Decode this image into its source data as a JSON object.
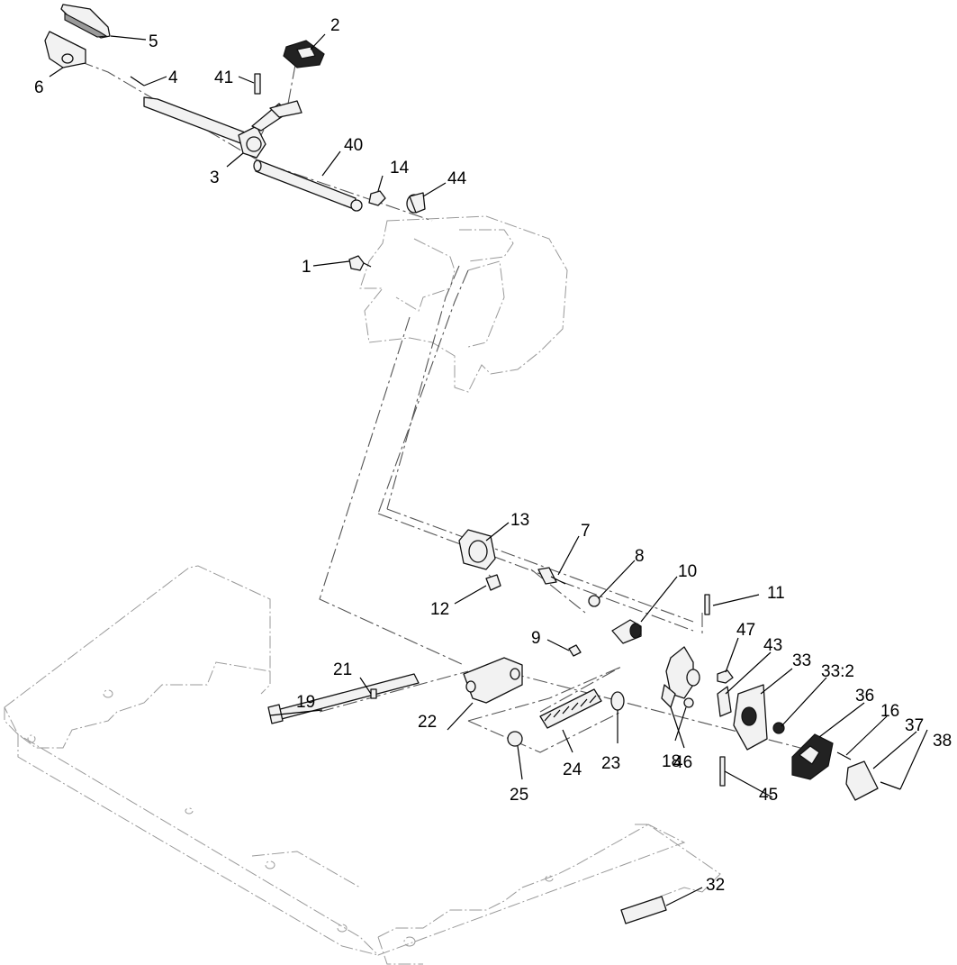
{
  "callouts": {
    "c1": "1",
    "c2": "2",
    "c3": "3",
    "c4": "4",
    "c5": "5",
    "c6": "6",
    "c7": "7",
    "c8": "8",
    "c9": "9",
    "c10": "10",
    "c11": "11",
    "c12": "12",
    "c13": "13",
    "c14": "14",
    "c16": "16",
    "c18": "18",
    "c19": "19",
    "c21": "21",
    "c22": "22",
    "c23": "23",
    "c24": "24",
    "c25": "25",
    "c32": "32",
    "c33": "33",
    "c33_2": "33:2",
    "c36": "36",
    "c37": "37",
    "c38": "38",
    "c40": "40",
    "c41": "41",
    "c43": "43",
    "c44": "44",
    "c45": "45",
    "c46": "46",
    "c47": "47"
  },
  "colors": {
    "ink": "#000000",
    "phantom": "#9a9a9a",
    "part_fill": "#f2f2f2"
  }
}
